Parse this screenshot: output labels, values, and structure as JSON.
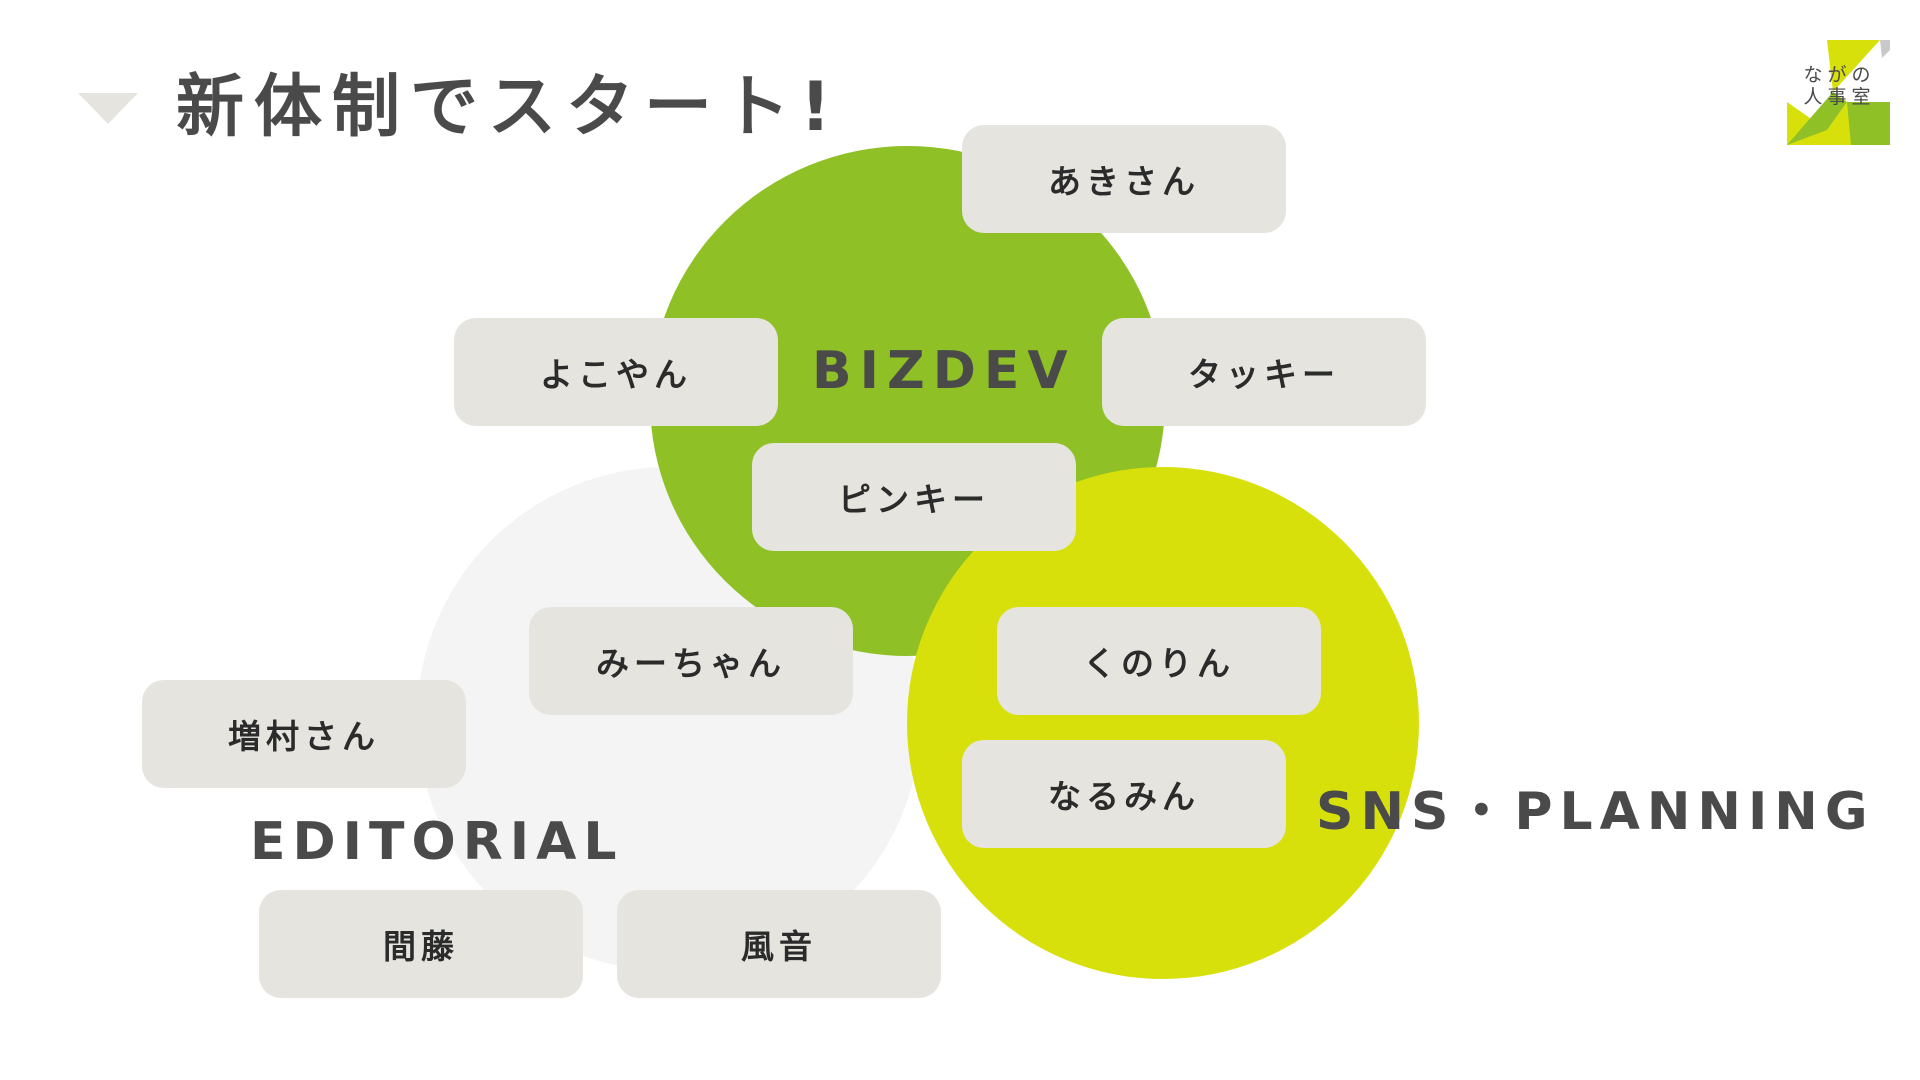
{
  "header": {
    "title": "新体制でスタート!"
  },
  "logo": {
    "line1": "ながの",
    "line2": "人事室"
  },
  "colors": {
    "bizdev": "#8fc026",
    "sns_planning": "#d8e00b",
    "editorial": "#f3f4f3",
    "card": "#e6e4df",
    "text": "#4a4a4a"
  },
  "groups": {
    "bizdev": "BIZDEV",
    "editorial": "EDITORIAL",
    "sns_planning": "SNS・PLANNING"
  },
  "members": {
    "aki": "あきさん",
    "yokoyan": "よこやん",
    "takki": "タッキー",
    "pinky": "ピンキー",
    "michan": "みーちゃん",
    "kunorin": "くのりん",
    "masumura": "増村さん",
    "narumin": "なるみん",
    "mato": "間藤",
    "kazane": "風音"
  }
}
